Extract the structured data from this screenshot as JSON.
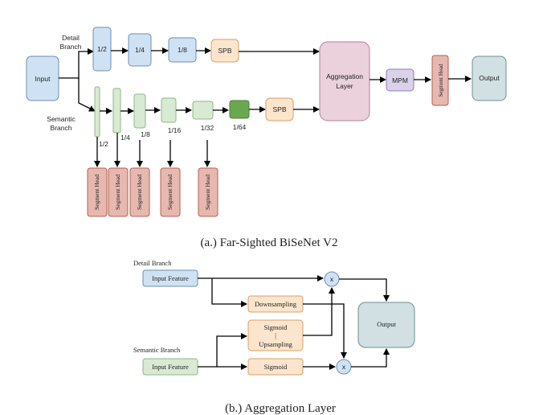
{
  "part_a": {
    "caption": "(a.) Far-Sighted BiSeNet V2",
    "detail_branch_label_1": "Detail",
    "detail_branch_label_2": "Branch",
    "semantic_branch_label_1": "Semantic",
    "semantic_branch_label_2": "Branch",
    "input": "Input",
    "detail_stages": [
      "1/2",
      "1/4",
      "1/8"
    ],
    "detail_spb": "SPB",
    "semantic_stages": [
      "1/2",
      "1/4",
      "1/8",
      "1/16",
      "1/32",
      "1/64"
    ],
    "semantic_spb": "SPB",
    "aggregation_1": "Aggregation",
    "aggregation_2": "Layer",
    "mpm": "MPM",
    "segment_head": "Segment Head",
    "output": "Output"
  },
  "part_b": {
    "caption": "(b.) Aggregation Layer",
    "detail_branch": "Detail Branch",
    "semantic_branch": "Semantic Branch",
    "detail_input": "Input Feature",
    "semantic_input": "Input Feature",
    "downsampling": "Downsampling",
    "sigmoid_up_1": "Sigmoid",
    "sigmoid_up_2": "|",
    "sigmoid_up_3": "Upsampling",
    "sigmoid": "Sigmoid",
    "multiply_top": "x",
    "multiply_bottom": "x",
    "output": "Output"
  },
  "colors": {
    "detail": "#cfe2f3",
    "semantic": "#d9ead3",
    "semantic_deep": "#6aa84f",
    "spb": "#fce5cd",
    "aggregation": "#ead1dc",
    "mpm": "#d9d2e9",
    "segment_head": "#e6b8af",
    "output": "#d0e0e3"
  }
}
